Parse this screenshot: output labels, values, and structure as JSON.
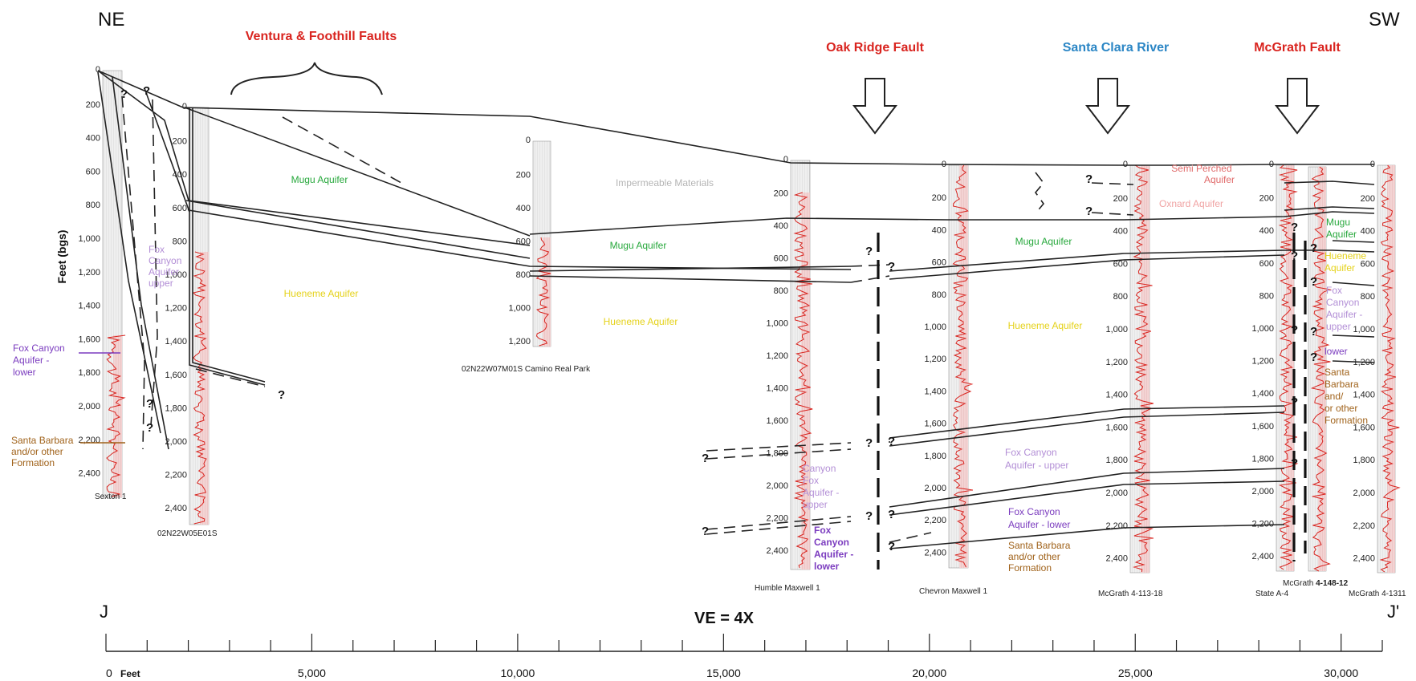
{
  "orientation": {
    "left": "NE",
    "right": "SW"
  },
  "section_ends": {
    "left": "J",
    "right": "J'"
  },
  "vertical_exaggeration": "VE = 4X",
  "y_axis_label": "Feet (bgs)",
  "colors": {
    "fault_red": "#d9241f",
    "river_blue": "#2b86c5",
    "mugu_green": "#27a83c",
    "hueneme_yellow": "#e5d21a",
    "fox_upper": "#b38fd6",
    "fox_lower": "#7b3cbf",
    "santa_barbara": "#a0621a",
    "oxnard_pink": "#f0a3a3",
    "semi_perched": "#e06a6a",
    "log_trace": "#d9241f",
    "impermeable_gray": "#b5b5b5"
  },
  "structures": {
    "ventura_faults": "Ventura & Foothill Faults",
    "oak_ridge_fault": "Oak Ridge Fault",
    "santa_clara_river": "Santa Clara River",
    "mcgrath_fault": "McGrath Fault"
  },
  "wells": {
    "sexton": "Sexton 1",
    "w02n22w05e01s": "02N22W05E01S",
    "camino_real": "02N22W07M01S Camino Real Park",
    "humble_maxwell": "Humble Maxwell 1",
    "chevron_maxwell": "Chevron Maxwell 1",
    "mcgrath_113": "McGrath 4-113-18",
    "state_a4": "State A-4",
    "mcgrath_148_prefix": "McGrath ",
    "mcgrath_148_num": "4-148-12",
    "mcgrath_1311": "McGrath 4-1311"
  },
  "units": {
    "fox_upper_ne": [
      "Fox",
      "Canyon",
      "Aquifer",
      "upper"
    ],
    "fox_lower_ne": [
      "Fox Canyon",
      "Aquifer -",
      "lower"
    ],
    "santa_barbara_ne": [
      "Santa Barbara",
      "and/or other",
      "Formation"
    ],
    "mugu_1": "Mugu Aquifer",
    "hueneme_1": "Hueneme Aquifer",
    "impermeable": "Impermeable Materials",
    "mugu_2": "Mugu Aquifer",
    "hueneme_2": "Hueneme Aquifer",
    "canyon_fox_upper": [
      "Canyon",
      "Fox",
      "Aquifer -",
      "upper"
    ],
    "fox_lower_mid": [
      "Fox",
      "Canyon",
      "Aquifer -",
      "lower"
    ],
    "mugu_3": "Mugu Aquifer",
    "hueneme_3": "Hueneme Aquifer",
    "fox_upper_3": [
      "Fox Canyon",
      "Aquifer - upper"
    ],
    "fox_lower_3": [
      "Fox Canyon",
      "Aquifer - lower"
    ],
    "santa_barbara_3": [
      "Santa Barbara",
      "and/or other",
      "Formation"
    ],
    "semi_perched": [
      "Semi Perched",
      "Aquifer"
    ],
    "oxnard": "Oxnard Aquifer",
    "mugu_4": [
      "Mugu",
      "Aquifer"
    ],
    "hueneme_4": [
      "Hueneme",
      "Aquifer"
    ],
    "fox_upper_4": [
      "Fox",
      "Canyon",
      "Aquifer -",
      "upper"
    ],
    "lower_4": "lower",
    "santa_barbara_4": [
      "Santa",
      "Barbara",
      "and/",
      "or other",
      "Formation"
    ]
  },
  "depth_ticks": {
    "sexton": [
      "0",
      "200",
      "400",
      "600",
      "800",
      "1,000",
      "1,200",
      "1,400",
      "1,600",
      "1,800",
      "2,000",
      "2,200",
      "2,400"
    ],
    "w05": [
      "0",
      "200",
      "400",
      "600",
      "800",
      "1,000",
      "1,200",
      "1,400",
      "1,600",
      "1,800",
      "2,000",
      "2,200",
      "2,400"
    ],
    "camino": [
      "0",
      "200",
      "400",
      "600",
      "800",
      "1,000",
      "1,200"
    ],
    "humble": [
      "0",
      "200",
      "400",
      "600",
      "800",
      "1,000",
      "1,200",
      "1,400",
      "1,600",
      "1,800",
      "2,000",
      "2,200",
      "2,400"
    ],
    "chevron": [
      "0",
      "200",
      "400",
      "600",
      "800",
      "1,000",
      "1,200",
      "1,400",
      "1,600",
      "1,800",
      "2,000",
      "2,200",
      "2,400"
    ],
    "mcgrath113": [
      "0",
      "200",
      "400",
      "600",
      "800",
      "1,000",
      "1,200",
      "1,400",
      "1,600",
      "1,800",
      "2,000",
      "2,200",
      "2,400"
    ],
    "statea4": [
      "0",
      "200",
      "400",
      "600",
      "800",
      "1,000",
      "1,200",
      "1,400",
      "1,600",
      "1,800",
      "2,000",
      "2,200",
      "2,400"
    ],
    "mcgrath1311": [
      "0",
      "200",
      "400",
      "600",
      "800",
      "1,000",
      "1,200",
      "1,400",
      "1,600",
      "1,800",
      "2,000",
      "2,200",
      "2,400"
    ]
  },
  "question_mark": "?",
  "scale_bar": {
    "unit": "Feet",
    "labels": [
      "0",
      "5,000",
      "10,000",
      "15,000",
      "20,000",
      "25,000",
      "30,000"
    ]
  }
}
